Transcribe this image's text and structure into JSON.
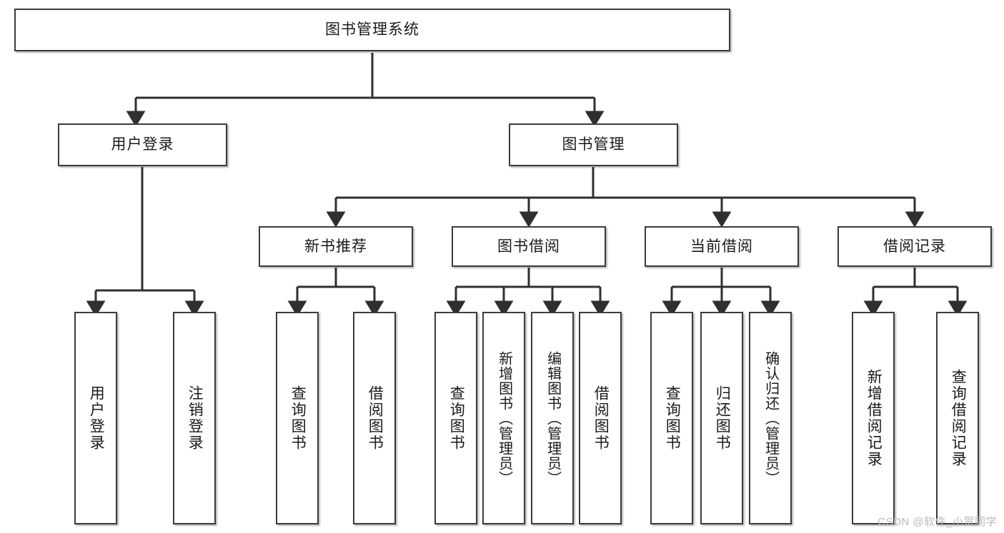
{
  "diagram": {
    "type": "tree-hierarchy",
    "title": "图书管理系统",
    "watermark": "CSDN @软件_小贺同学",
    "colors": {
      "node_border": "#3b3b3b",
      "node_fill": "#ffffff",
      "connector": "#2f2f2f",
      "background": "#ffffff",
      "watermark": "#b9b9b9"
    },
    "root": {
      "label": "图书管理系统",
      "level": 1
    },
    "level2": [
      {
        "label": "用户登录"
      },
      {
        "label": "图书管理"
      }
    ],
    "level3": [
      {
        "label": "新书推荐",
        "parent": "图书管理"
      },
      {
        "label": "图书借阅",
        "parent": "图书管理"
      },
      {
        "label": "当前借阅",
        "parent": "图书管理"
      },
      {
        "label": "借阅记录",
        "parent": "图书管理"
      }
    ],
    "leaves": {
      "user_login": [
        {
          "label": "用户登录"
        },
        {
          "label": "注销登录"
        }
      ],
      "new_book_recommend": [
        {
          "label": "查询图书"
        },
        {
          "label": "借阅图书"
        }
      ],
      "book_borrow": [
        {
          "label": "查询图书"
        },
        {
          "label": "新增图书（管理员）"
        },
        {
          "label": "编辑图书（管理员）"
        },
        {
          "label": "借阅图书"
        }
      ],
      "current_borrow": [
        {
          "label": "查询图书"
        },
        {
          "label": "归还图书"
        },
        {
          "label": "确认归还（管理员）"
        }
      ],
      "borrow_record": [
        {
          "label": "新增借阅记录"
        },
        {
          "label": "查询借阅记录"
        }
      ]
    }
  }
}
